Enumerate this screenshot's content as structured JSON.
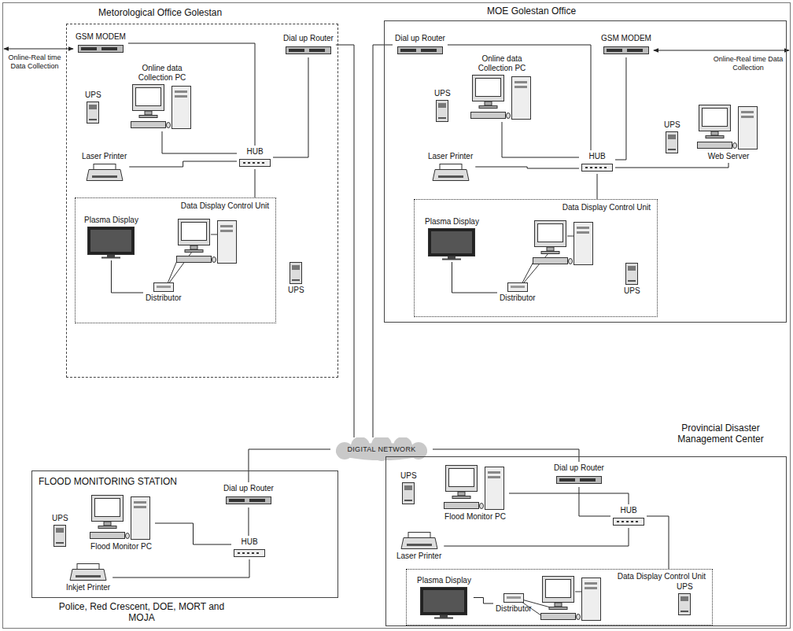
{
  "diagram": {
    "nodes": [
      {
        "text": [
          "Metorological Office Golestan"
        ]
      },
      {
        "text": [
          "GSM MODEM"
        ],
        "in": 0
      },
      {
        "text": [
          "Dial up Router"
        ],
        "in": 0
      },
      {
        "text": [
          "Online data Collection PC"
        ],
        "in": 0
      },
      {
        "text": [
          "UPS"
        ],
        "in": 0
      },
      {
        "text": [
          "Laser Printer"
        ],
        "in": 0
      },
      {
        "text": [
          "HUB"
        ],
        "in": 0
      },
      {
        "text": [
          "Data Display Control Unit"
        ],
        "in": 0
      },
      {
        "text": [
          "Plasma Display"
        ],
        "in": 7
      },
      {
        "text": [
          "Distributor"
        ],
        "in": 7
      },
      {
        "text": [
          "UPS"
        ],
        "in": 0
      },
      {
        "text": [
          "MOE Golestan Office"
        ]
      },
      {
        "text": [
          "Dial up Router"
        ],
        "in": 11
      },
      {
        "text": [
          "GSM MODEM"
        ],
        "in": 11
      },
      {
        "text": [
          "Online data Collection PC"
        ],
        "in": 11
      },
      {
        "text": [
          "UPS"
        ],
        "in": 11
      },
      {
        "text": [
          "Web Server"
        ],
        "in": 11
      },
      {
        "text": [
          "UPS"
        ],
        "in": 11
      },
      {
        "text": [
          "Laser Printer"
        ],
        "in": 11
      },
      {
        "text": [
          "HUB"
        ],
        "in": 11
      },
      {
        "text": [
          "Data Display Control Unit"
        ],
        "in": 11
      },
      {
        "text": [
          "Plasma Display"
        ],
        "in": 20
      },
      {
        "text": [
          "Distributor"
        ],
        "in": 20
      },
      {
        "text": [
          "UPS"
        ],
        "in": 20
      },
      {
        "text": [
          "DIGITAL NETWORK"
        ]
      },
      {
        "text": [
          "FLOOD MONITORING STATION"
        ]
      },
      {
        "text": [
          "Dial up Router"
        ],
        "in": 25
      },
      {
        "text": [
          "UPS"
        ],
        "in": 25
      },
      {
        "text": [
          "Flood Monitor PC"
        ],
        "in": 25
      },
      {
        "text": [
          "Inkjet Printer"
        ],
        "in": 25
      },
      {
        "text": [
          "HUB"
        ],
        "in": 25
      },
      {
        "text": [
          "Provincial Disaster Management Center"
        ]
      },
      {
        "text": [
          "Dial up Router"
        ],
        "in": 31
      },
      {
        "text": [
          "UPS"
        ],
        "in": 31
      },
      {
        "text": [
          "Flood Monitor PC"
        ],
        "in": 31
      },
      {
        "text": [
          "Laser Printer"
        ],
        "in": 31
      },
      {
        "text": [
          "HUB"
        ],
        "in": 31
      },
      {
        "text": [
          "Data Display Control Unit"
        ],
        "in": 31
      },
      {
        "text": [
          "Plasma Display"
        ],
        "in": 37
      },
      {
        "text": [
          "Distributor"
        ],
        "in": 37
      },
      {
        "text": [
          "UPS"
        ],
        "in": 37
      }
    ],
    "edges": [
      {
        "from": 1,
        "to": 6,
        "arrow": "none"
      },
      {
        "from": 2,
        "to": 6,
        "arrow": "none"
      },
      {
        "from": 3,
        "to": 6,
        "arrow": "none"
      },
      {
        "from": 5,
        "to": 6,
        "arrow": "none"
      },
      {
        "from": 6,
        "to": 7,
        "arrow": "none"
      },
      {
        "from": 8,
        "to": 9,
        "arrow": "none"
      },
      {
        "from": 2,
        "to": 24,
        "arrow": "none"
      },
      {
        "from": 12,
        "to": 24,
        "arrow": "none"
      },
      {
        "from": 12,
        "to": 19,
        "arrow": "none"
      },
      {
        "from": 13,
        "to": 19,
        "arrow": "none"
      },
      {
        "from": 14,
        "to": 19,
        "arrow": "none"
      },
      {
        "from": 18,
        "to": 19,
        "arrow": "none"
      },
      {
        "from": 16,
        "to": 19,
        "arrow": "none"
      },
      {
        "from": 19,
        "to": 20,
        "arrow": "none"
      },
      {
        "from": 21,
        "to": 22,
        "arrow": "none"
      },
      {
        "from": 26,
        "to": 24,
        "arrow": "none"
      },
      {
        "from": 26,
        "to": 30,
        "arrow": "none"
      },
      {
        "from": 28,
        "to": 30,
        "arrow": "none"
      },
      {
        "from": 29,
        "to": 30,
        "arrow": "none"
      },
      {
        "from": 32,
        "to": 24,
        "arrow": "none"
      },
      {
        "from": 32,
        "to": 36,
        "arrow": "none"
      },
      {
        "from": 34,
        "to": 36,
        "arrow": "none"
      },
      {
        "from": 35,
        "to": 36,
        "arrow": "none"
      },
      {
        "from": 36,
        "to": 37,
        "arrow": "none"
      },
      {
        "from": 38,
        "to": 39,
        "arrow": "none"
      }
    ],
    "labels": [
      "Online-Real time Data Collection",
      "Online-Real time Data Collection",
      "Police, Red Crescent, DOE, MORT and MOJA"
    ]
  }
}
